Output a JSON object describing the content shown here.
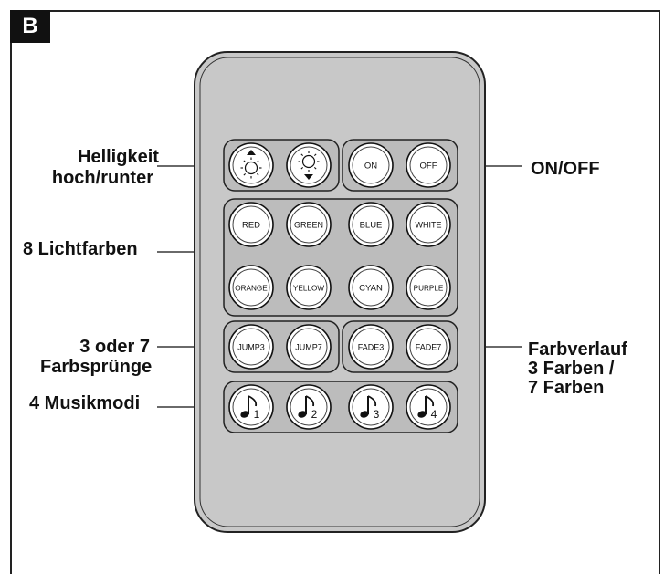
{
  "figure": {
    "badge": "B"
  },
  "labels": {
    "brightness_line1": "Helligkeit",
    "brightness_line2": "hoch/runter",
    "colors": "8 Lichtfarben",
    "jump_line1": "3 oder 7",
    "jump_line2": "Farbsprünge",
    "music": "4 Musikmodi",
    "onoff": "ON/OFF",
    "fade_line1": "Farbverlauf",
    "fade_line2": "3 Farben /",
    "fade_line3": "7 Farben"
  },
  "buttons": {
    "brightness": [
      {
        "name": "brightness-up-button",
        "icon": "brightness-up-icon"
      },
      {
        "name": "brightness-down-button",
        "icon": "brightness-down-icon"
      }
    ],
    "power": [
      "ON",
      "OFF"
    ],
    "colors_row1": [
      "RED",
      "GREEN",
      "BLUE",
      "WHITE"
    ],
    "colors_row2": [
      "ORANGE",
      "YELLOW",
      "CYAN",
      "PURPLE"
    ],
    "jump": [
      "JUMP3",
      "JUMP7"
    ],
    "fade": [
      "FADE3",
      "FADE7"
    ],
    "music": [
      "1",
      "2",
      "3",
      "4"
    ]
  },
  "colors": {
    "remote_body": "#c8c8c8",
    "panel": "#bcbcbc",
    "button_face": "#ffffff",
    "ink": "#111111"
  }
}
